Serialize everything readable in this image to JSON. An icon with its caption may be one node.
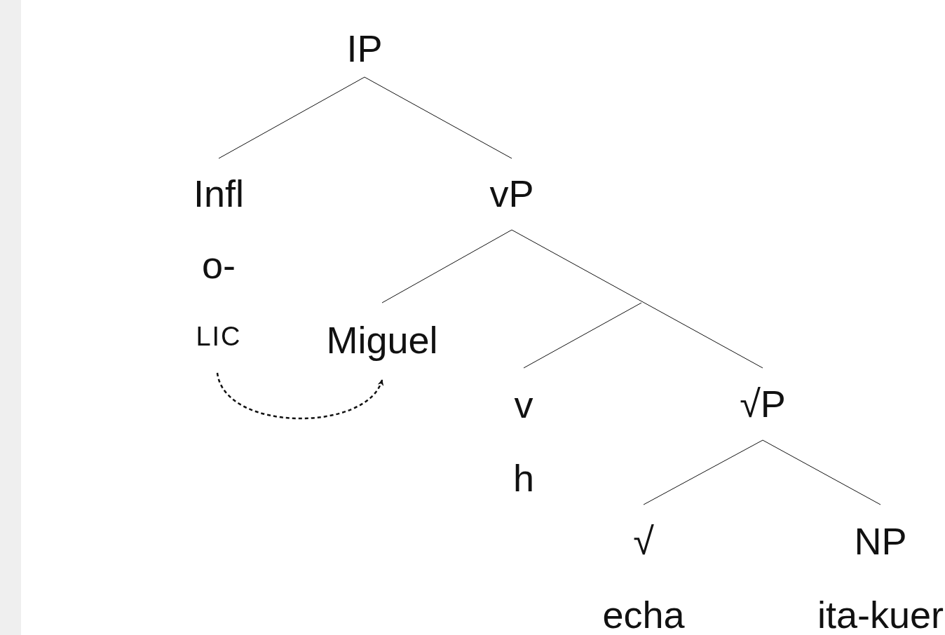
{
  "diagram": {
    "nodes": [
      {
        "text": [
          "IP"
        ]
      },
      {
        "text": [
          "Infl",
          "o-",
          "LIC"
        ]
      },
      {
        "text": [
          "vP"
        ]
      },
      {
        "text": [
          "Miguel"
        ]
      },
      {
        "text": [
          "v",
          "h"
        ]
      },
      {
        "text": [
          "√P"
        ]
      },
      {
        "text": [
          "√",
          "echa"
        ]
      },
      {
        "text": [
          "NP",
          "ita-kuer"
        ]
      }
    ],
    "edges": [
      {
        "from": 0,
        "to": 1,
        "arrow": "none"
      },
      {
        "from": 0,
        "to": 2,
        "arrow": "none"
      },
      {
        "from": 2,
        "to": 3,
        "arrow": "none"
      },
      {
        "from": 2,
        "to": 5,
        "arrow": "none"
      },
      {
        "from": null,
        "to": 4,
        "arrow": "none"
      },
      {
        "from": 5,
        "to": 6,
        "arrow": "none"
      },
      {
        "from": 5,
        "to": 7,
        "arrow": "none"
      },
      {
        "from": 1,
        "to": 3,
        "arrow": "to",
        "style": "dashed"
      }
    ]
  }
}
